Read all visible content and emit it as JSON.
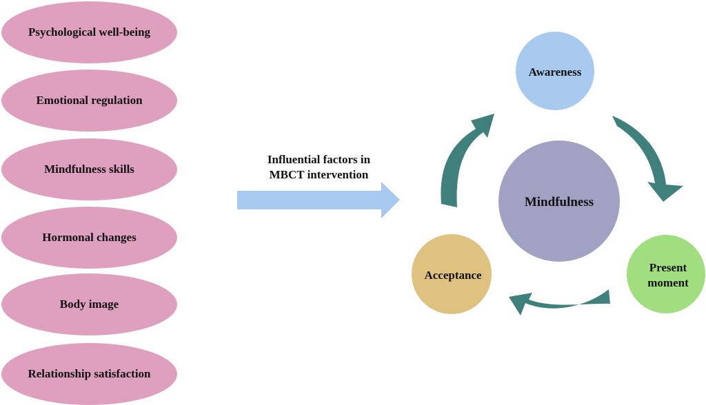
{
  "factors": [
    {
      "label": "Psychological well-being"
    },
    {
      "label": "Emotional regulation"
    },
    {
      "label": "Mindfulness skills"
    },
    {
      "label": "Hormonal changes"
    },
    {
      "label": "Body image"
    },
    {
      "label": "Relationship satisfaction"
    }
  ],
  "flow": {
    "label_line1": "Influential factors in",
    "label_line2": "MBCT intervention"
  },
  "cycle": {
    "center": {
      "label": "Mindfulness"
    },
    "nodes": [
      {
        "label_line1": "Awareness",
        "label_line2": ""
      },
      {
        "label_line1": "Present",
        "label_line2": "moment"
      },
      {
        "label_line1": "Acceptance",
        "label_line2": ""
      }
    ]
  },
  "colors": {
    "factor_fill": "#dfa0bf",
    "flow_arrow": "#a7c9ef",
    "cycle_arrow": "#3f7f7c",
    "center_fill": "#a1a1c3",
    "awareness_fill": "#a9caef",
    "present_fill": "#a0de7f",
    "acceptance_fill": "#dfc180"
  }
}
